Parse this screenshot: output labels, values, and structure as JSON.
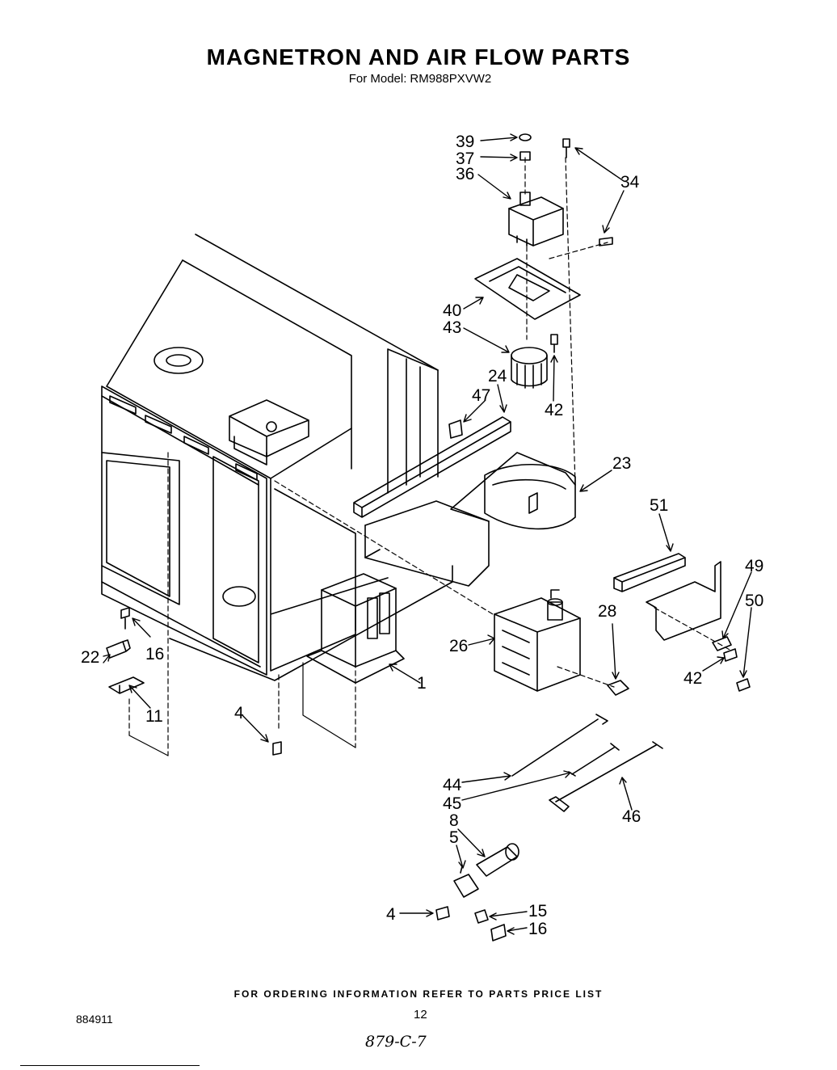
{
  "title": "MAGNETRON AND AIR FLOW PARTS",
  "model_prefix": "For Model:",
  "model": "RM988PXVW2",
  "callouts": {
    "c39": "39",
    "c37": "37",
    "c36": "36",
    "c34": "34",
    "c40": "40",
    "c43": "43",
    "c24": "24",
    "c47": "47",
    "c42a": "42",
    "c23": "23",
    "c51": "51",
    "c49": "49",
    "c50": "50",
    "c42b": "42",
    "c28": "28",
    "c26": "26",
    "c1": "1",
    "c16a": "16",
    "c22": "22",
    "c11": "11",
    "c4a": "4",
    "c44": "44",
    "c45": "45",
    "c46": "46",
    "c8": "8",
    "c5": "5",
    "c4b": "4",
    "c15": "15",
    "c16b": "16"
  },
  "footer": "FOR ORDERING INFORMATION REFER TO PARTS PRICE LIST",
  "doc_number": "884911",
  "page_number": "12",
  "handwritten_note": "879-C-7"
}
